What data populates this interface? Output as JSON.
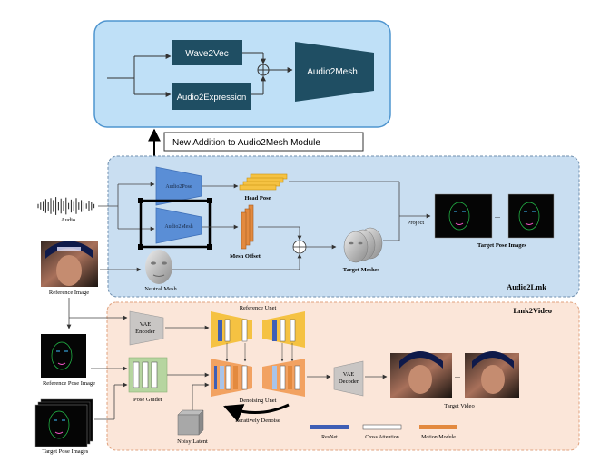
{
  "top_module": {
    "wave2vec": "Wave2Vec",
    "audio2expression": "Audio2Expression",
    "audio2mesh": "Audio2Mesh",
    "addition_note": "New Addition to Audio2Mesh Module"
  },
  "audio2lmk": {
    "section_label": "Audio2Lmk",
    "audio_label": "Audio",
    "audio2pose": "Audio2Pose",
    "audio2mesh": "Audio2Mesh",
    "head_pose": "Head Pose",
    "mesh_offset": "Mesh Offset",
    "neutral_mesh": "Neutral Mesh",
    "target_meshes": "Target Meshes",
    "project": "Project",
    "target_pose_images": "Target Pose Images",
    "ellipsis": "..."
  },
  "lmk2video": {
    "section_label": "Lmk2Video",
    "reference_image": "Reference Image",
    "reference_pose_image": "Reference Pose Image",
    "target_pose_images": "Target Pose Images",
    "vae_encoder_line1": "VAE",
    "vae_encoder_line2": "Encoder",
    "vae_decoder_line1": "VAE",
    "vae_decoder_line2": "Decoder",
    "pose_guider": "Pose Guider",
    "noisy_latent": "Noisy Latent",
    "reference_unet": "Reference Unet",
    "denoising_unet": "Denoising Unet",
    "iteratively_denoise": "Iteratively Denoise",
    "target_video": "Target Video",
    "legend": {
      "resnet": "ResNet",
      "cross_attention": "Cross Attention",
      "motion_module": "Motion Module"
    }
  },
  "colors": {
    "top_box_fill": "#bfe0f7",
    "top_box_stroke": "#4f95cf",
    "dark_block": "#1f4e63",
    "mid_panel_fill": "#c9def1",
    "mid_panel_stroke": "#6f8fae",
    "low_panel_fill": "#fbe6d9",
    "low_panel_stroke": "#e0a27e",
    "resnet": "#3f5fb5",
    "motion": "#e38a3f",
    "yellow_unet": "#f5c242",
    "orange_unet": "#f2a261",
    "blue_unet": "#a9c4e9"
  }
}
